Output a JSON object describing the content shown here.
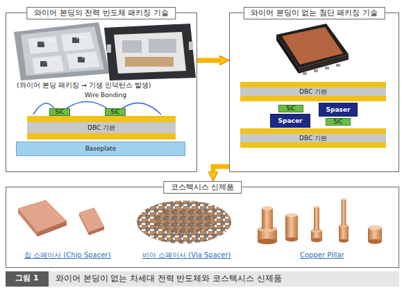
{
  "diagram": {
    "caption": "와이어 본딩이 없는 차세대 전력 반도체와 코스텍시스 신제품",
    "nodes": [
      {
        "text": [
          "와이어 본딩의 전력 반도체 패키징 기술"
        ]
      },
      {
        "text": [
          "SiC"
        ],
        "in": 0
      },
      {
        "text": [
          "SiC"
        ],
        "in": 0
      },
      {
        "text": [
          "DBC 기판"
        ],
        "in": 0
      },
      {
        "text": [
          "Baseplate"
        ],
        "in": 0
      },
      {
        "text": [
          "와이어 본딩이 없는 첨단 패키징 기술"
        ]
      },
      {
        "text": [
          "DBC 기판"
        ],
        "in": 5
      },
      {
        "text": [
          "SiC"
        ],
        "in": 5
      },
      {
        "text": [
          "Spacer"
        ],
        "in": 5
      },
      {
        "text": [
          "Spaser"
        ],
        "in": 5
      },
      {
        "text": [
          "SiC"
        ],
        "in": 5
      },
      {
        "text": [
          "DBC 기판"
        ],
        "in": 5
      },
      {
        "text": [
          "코스텍시스 신제품"
        ]
      }
    ],
    "edges": [
      {
        "from": 0,
        "to": 5,
        "arrow": "to"
      },
      {
        "from": 5,
        "to": 12,
        "arrow": "to"
      }
    ],
    "labels": [
      "(와이어 본딩 패키징 → 기생 인덕턴스 발생)",
      "Wire Bonding",
      "칩 스페이서 (Chip Spacer)",
      "비아 스페이서 (Via Spacer)",
      "Copper Pillar",
      "그림 1"
    ]
  }
}
